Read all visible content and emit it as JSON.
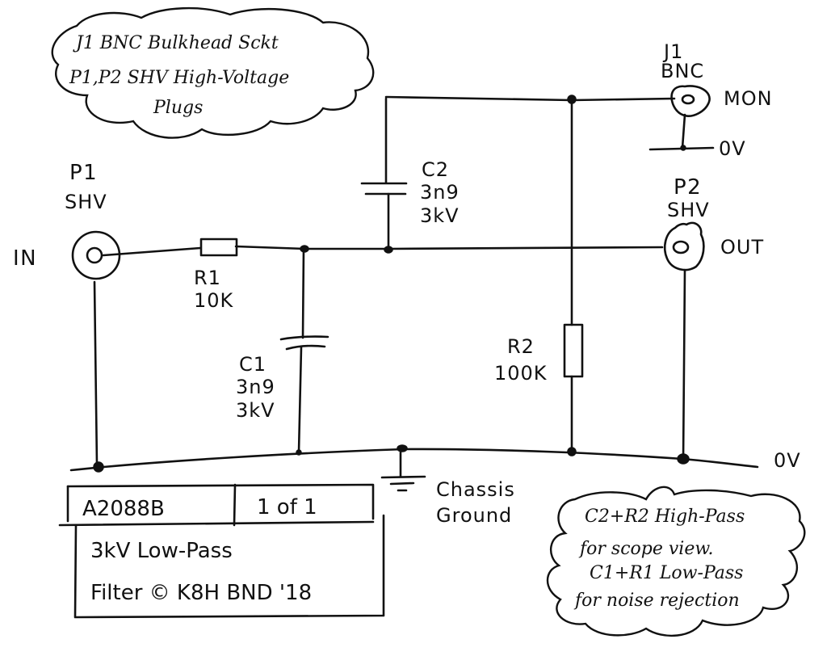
{
  "diagram": {
    "type": "hand-drawn circuit schematic",
    "title": "3kV Low-Pass Filter",
    "notes": {
      "top_cloud": {
        "lines": [
          "J1 BNC Bulkhead Sckt",
          "P1,P2 SHV High-Voltage",
          "Plugs"
        ]
      },
      "bottom_cloud": {
        "lines": [
          "C2+R2 High-Pass",
          "for scope view.",
          "C1+R1 Low-Pass",
          "for noise rejection"
        ]
      }
    },
    "connectors": {
      "p1": {
        "ref": "P1",
        "type": "SHV",
        "signal": "IN"
      },
      "p2": {
        "ref": "P2",
        "type": "SHV",
        "signal": "OUT"
      },
      "j1": {
        "ref": "J1",
        "type": "BNC",
        "signal": "MON",
        "ground_label": "0V"
      }
    },
    "components": {
      "r1": {
        "ref": "R1",
        "value": "10K"
      },
      "c1": {
        "ref": "C1",
        "value": "3n9",
        "rating": "3kV"
      },
      "c2": {
        "ref": "C2",
        "value": "3n9",
        "rating": "3kV"
      },
      "r2": {
        "ref": "R2",
        "value": "100K"
      }
    },
    "ground": {
      "rail_label": "0V",
      "chassis_label_line1": "Chassis",
      "chassis_label_line2": "Ground"
    },
    "title_block": {
      "drawing_number": "A2088B",
      "sheet": "1 of 1",
      "description_line1": "3kV Low-Pass",
      "description_line2": "Filter © K8H BND '18"
    },
    "nodes": [
      {
        "name": "R1-C1 junction"
      },
      {
        "name": "C1 ground"
      },
      {
        "name": "C2 bottom / main line"
      },
      {
        "name": "C2 top / R2 top / J1"
      },
      {
        "name": "R2 ground"
      },
      {
        "name": "P1 shield ground"
      },
      {
        "name": "P2 shield ground"
      },
      {
        "name": "Chassis ground tap"
      }
    ]
  }
}
